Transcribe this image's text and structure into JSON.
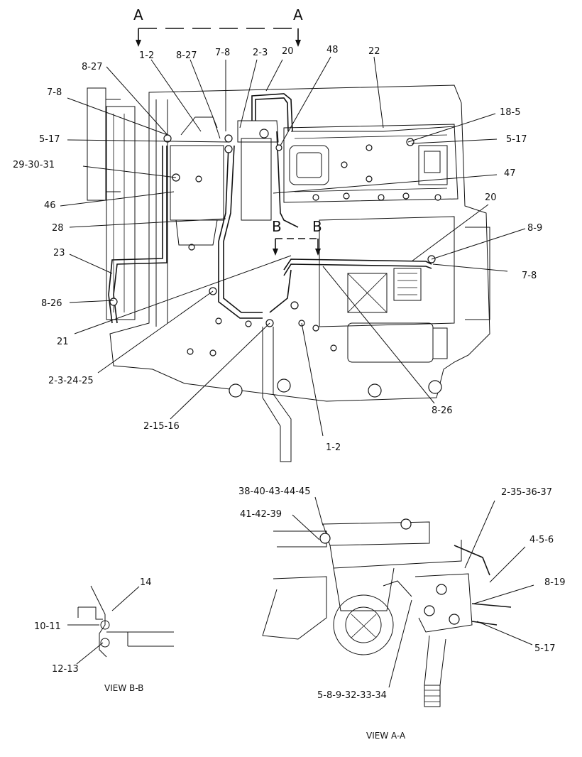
{
  "section_markers": {
    "a_left": "A",
    "a_right": "A",
    "b_left": "B",
    "b_right": "B"
  },
  "callouts": {
    "c_1_2_top": "1-2",
    "c_8_27_top": "8-27",
    "c_7_8_top": "7-8",
    "c_2_3_top": "2-3",
    "c_20_top": "20",
    "c_48": "48",
    "c_22": "22",
    "c_8_27_left": "8-27",
    "c_7_8_left": "7-8",
    "c_5_17_left": "5-17",
    "c_29_30_31": "29-30-31",
    "c_46": "46",
    "c_28": "28",
    "c_23": "23",
    "c_8_26_left": "8-26",
    "c_21": "21",
    "c_2_3_24_25": "2-3-24-25",
    "c_2_15_16": "2-15-16",
    "c_1_2_bottom": "1-2",
    "c_18_5": "18-5",
    "c_5_17_right": "5-17",
    "c_47": "47",
    "c_20_right": "20",
    "c_8_9": "8-9",
    "c_7_8_right": "7-8",
    "c_8_26_right": "8-26",
    "c_38_40_43_44_45": "38-40-43-44-45",
    "c_41_42_39": "41-42-39",
    "c_2_35_36_37": "2-35-36-37",
    "c_4_5_6": "4-5-6",
    "c_8_19": "8-19",
    "c_5_17_aa": "5-17",
    "c_5_8_9_32_33_34": "5-8-9-32-33-34",
    "c_14": "14",
    "c_10_11": "10-11",
    "c_12_13": "12-13"
  },
  "captions": {
    "view_bb": "VIEW B-B",
    "view_aa": "VIEW A-A"
  }
}
